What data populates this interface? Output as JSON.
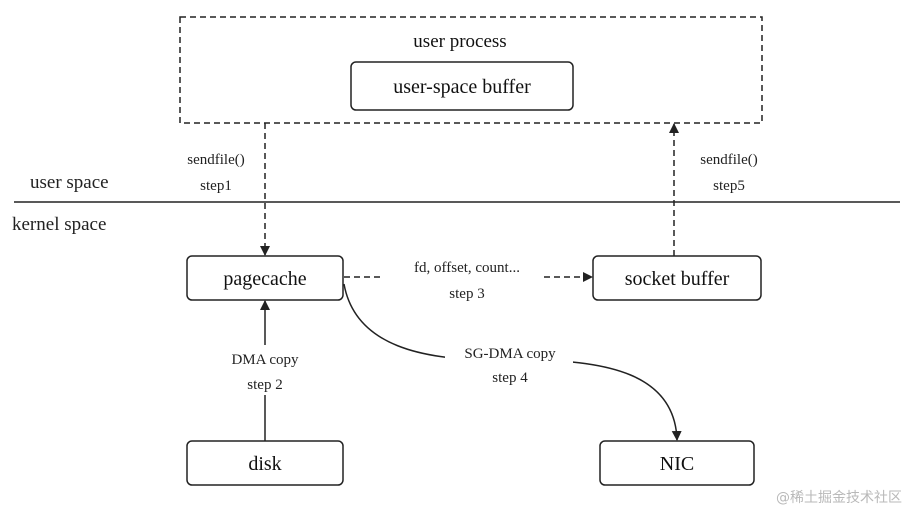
{
  "container": {
    "label": "user process"
  },
  "nodes": {
    "user_buffer": "user-space buffer",
    "pagecache": "pagecache",
    "socket_buffer": "socket buffer",
    "disk": "disk",
    "nic": "NIC"
  },
  "edges": {
    "sendfile_down": {
      "line1": "sendfile()",
      "line2": "step1"
    },
    "sendfile_up": {
      "line1": "sendfile()",
      "line2": "step5"
    },
    "fd_offset": {
      "line1": "fd, offset, count...",
      "line2": "step 3"
    },
    "dma_copy": {
      "line1": "DMA copy",
      "line2": "step 2"
    },
    "sg_dma": {
      "line1": "SG-DMA copy",
      "line2": "step 4"
    }
  },
  "spaces": {
    "user": "user space",
    "kernel": "kernel space"
  },
  "watermark": "@稀土掘金技术社区",
  "colors": {
    "stroke": "#222222",
    "background": "#ffffff",
    "watermark": "#b9b9b9"
  }
}
